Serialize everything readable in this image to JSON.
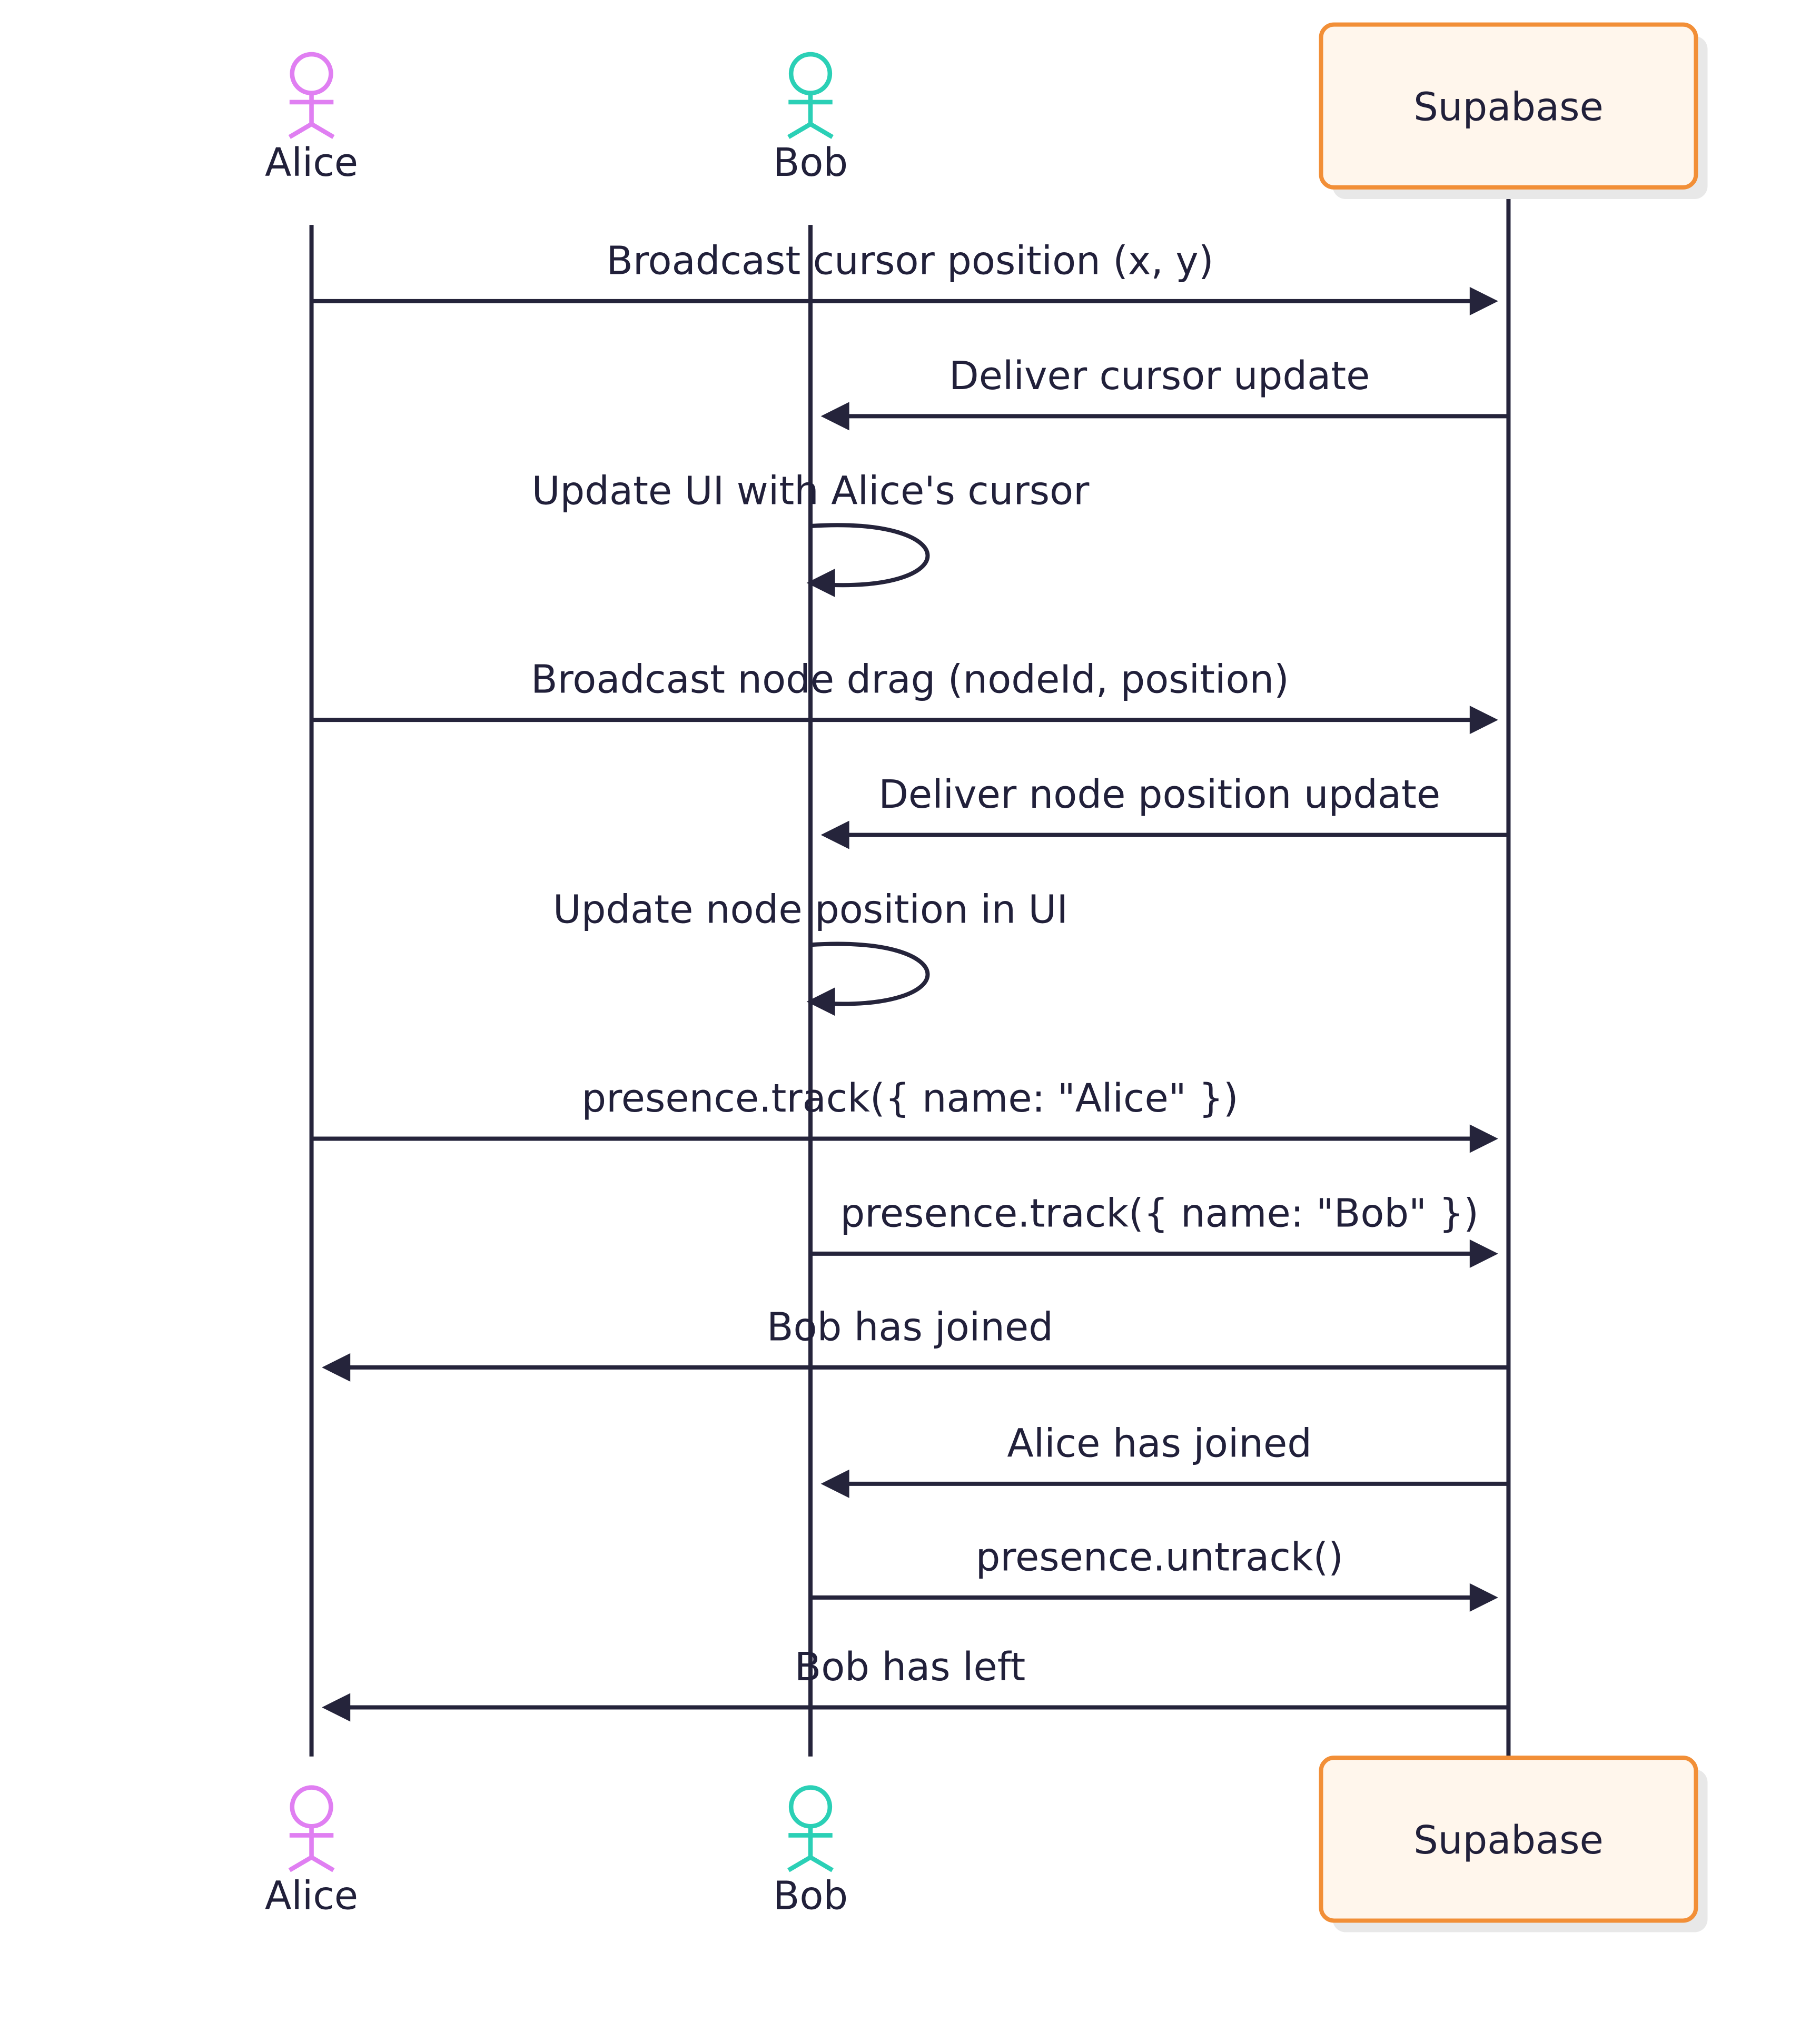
{
  "colors": {
    "alice": "#e07ff2",
    "bob": "#2bd0b6",
    "supabase_border": "#f28f37",
    "supabase_fill": "#fff6ec",
    "line": "#25243b",
    "text": "#21203a"
  },
  "participants": [
    {
      "id": "alice",
      "name": "Alice",
      "kind": "actor",
      "color": "#e07ff2"
    },
    {
      "id": "bob",
      "name": "Bob",
      "kind": "actor",
      "color": "#2bd0b6"
    },
    {
      "id": "supabase",
      "name": "Supabase",
      "kind": "box"
    }
  ],
  "messages": [
    {
      "from": "alice",
      "to": "supabase",
      "text": "Broadcast cursor position (x, y)"
    },
    {
      "from": "supabase",
      "to": "bob",
      "text": "Deliver cursor update"
    },
    {
      "from": "bob",
      "to": "bob",
      "text": "Update UI with Alice's cursor"
    },
    {
      "from": "alice",
      "to": "supabase",
      "text": "Broadcast node drag (nodeId, position)"
    },
    {
      "from": "supabase",
      "to": "bob",
      "text": "Deliver node position update"
    },
    {
      "from": "bob",
      "to": "bob",
      "text": "Update node position in UI"
    },
    {
      "from": "alice",
      "to": "supabase",
      "text": "presence.track({ name: \"Alice\" })"
    },
    {
      "from": "bob",
      "to": "supabase",
      "text": "presence.track({ name: \"Bob\" })"
    },
    {
      "from": "supabase",
      "to": "alice",
      "text": "Bob has joined"
    },
    {
      "from": "supabase",
      "to": "bob",
      "text": "Alice has joined"
    },
    {
      "from": "bob",
      "to": "supabase",
      "text": "presence.untrack()"
    },
    {
      "from": "supabase",
      "to": "alice",
      "text": "Bob has left"
    }
  ]
}
